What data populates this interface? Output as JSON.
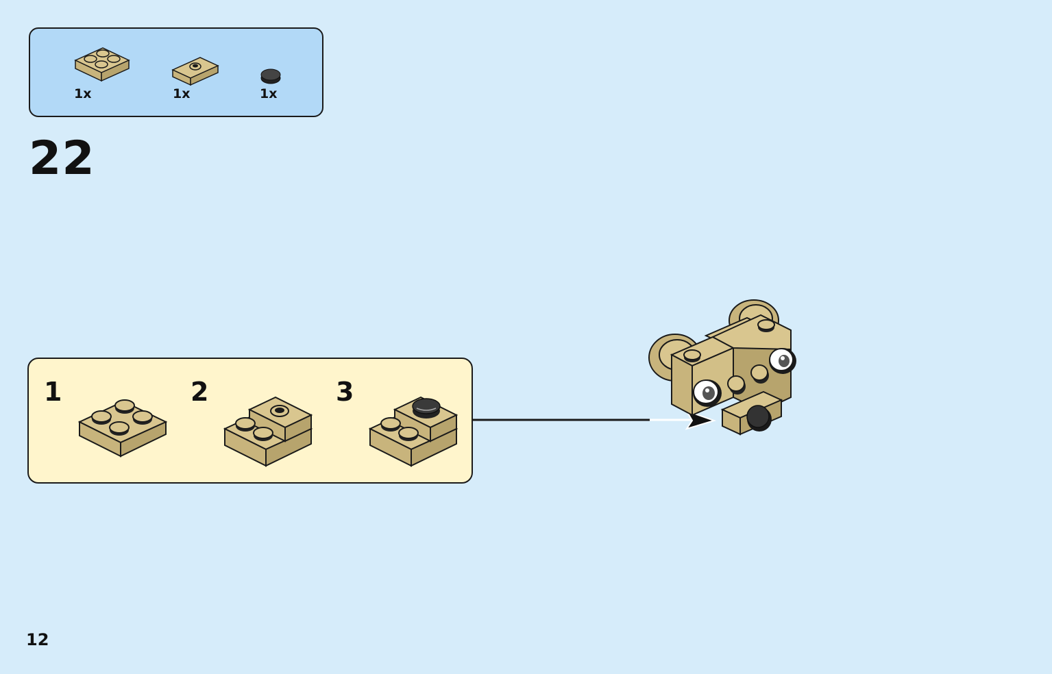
{
  "parts_list": {
    "items": [
      {
        "name": "plate-2x2",
        "quantity": "1x"
      },
      {
        "name": "plate-1x2-jumper",
        "quantity": "1x"
      },
      {
        "name": "round-tile-1x1",
        "quantity": "1x"
      }
    ]
  },
  "step": {
    "number": "22"
  },
  "sub_assembly": {
    "steps": [
      {
        "label": "1"
      },
      {
        "label": "2"
      },
      {
        "label": "3"
      }
    ]
  },
  "page": {
    "number": "12"
  },
  "colors": {
    "background": "#d6ecfa",
    "parts_panel": "#b2d9f7",
    "sub_panel": "#fff5cc",
    "brick_tan": "#d9c68f",
    "brick_shadow": "#b7a46d",
    "dark_stud": "#333333",
    "outline": "#1a1a1a"
  }
}
